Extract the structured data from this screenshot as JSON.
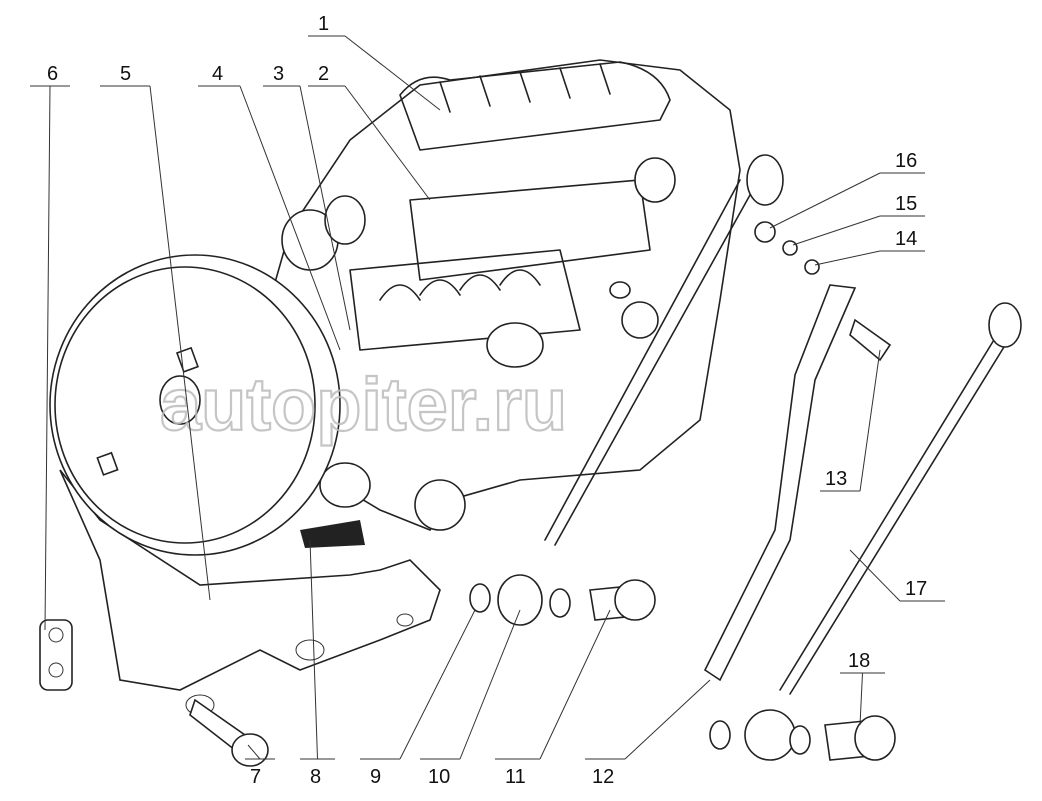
{
  "diagram": {
    "title": "",
    "watermark": "autopiter.ru",
    "callouts": [
      "1",
      "2",
      "3",
      "4",
      "5",
      "6",
      "7",
      "8",
      "9",
      "10",
      "11",
      "12",
      "13",
      "14",
      "15",
      "16",
      "17",
      "18"
    ]
  }
}
